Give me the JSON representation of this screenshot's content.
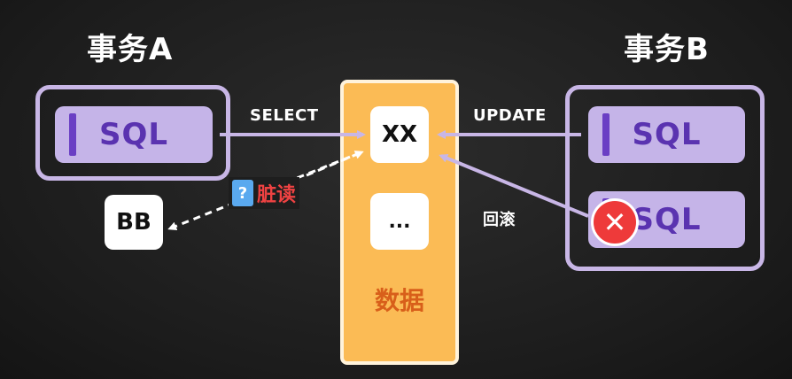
{
  "transaction_a": {
    "title": "事务A",
    "sql_label": "SQL"
  },
  "transaction_b": {
    "title": "事务B",
    "sql_label_1": "SQL",
    "sql_label_2": "SQL"
  },
  "data_column": {
    "label": "数据",
    "cell_1": "XX",
    "cell_2": "..."
  },
  "arrows": {
    "select": "SELECT",
    "update": "UPDATE",
    "rollback": "回滚",
    "dirty_read": "脏读"
  },
  "result_value": "BB",
  "icons": {
    "error": "close-icon",
    "doc": "document-question-icon"
  },
  "colors": {
    "frame": "#c8b6e6",
    "sql_fill": "#c5b4e8",
    "sql_text": "#5a33b0",
    "data_fill": "#fbbb55",
    "data_text": "#d85f1a",
    "dirty_read": "#ef4242",
    "error": "#ee3a3a"
  }
}
